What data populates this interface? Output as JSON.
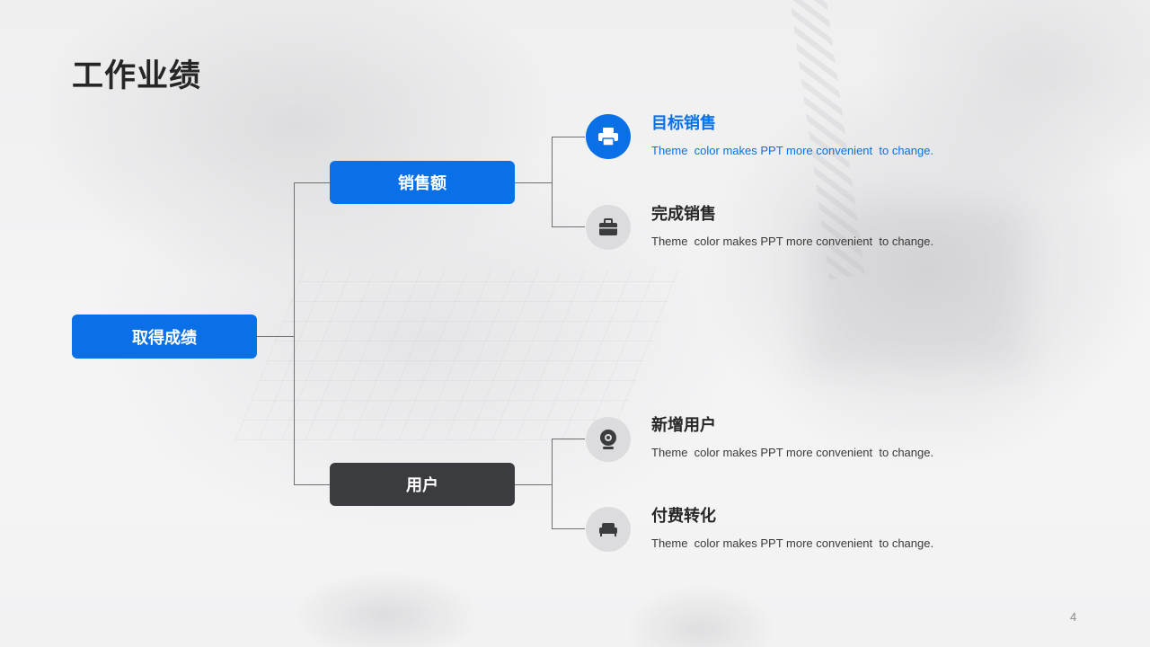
{
  "title": "工作业绩",
  "root": {
    "label": "取得成绩"
  },
  "branches": [
    {
      "label": "销售额",
      "color": "#0a70e8",
      "items": [
        {
          "title": "目标销售",
          "description": "Theme  color makes PPT more convenient  to change.",
          "icon": "printer-icon",
          "active": true
        },
        {
          "title": "完成销售",
          "description": "Theme  color makes PPT more convenient  to change.",
          "icon": "briefcase-icon",
          "active": false
        }
      ]
    },
    {
      "label": "用户",
      "color": "#3b3c3f",
      "items": [
        {
          "title": "新增用户",
          "description": "Theme  color makes PPT more convenient  to change.",
          "icon": "webcam-icon",
          "active": false
        },
        {
          "title": "付费转化",
          "description": "Theme  color makes PPT more convenient  to change.",
          "icon": "sofa-icon",
          "active": false
        }
      ]
    }
  ],
  "page_number": "4",
  "colors": {
    "accent": "#0a70e8",
    "dark": "#3b3c3f",
    "text": "#262626",
    "connector": "#707070"
  }
}
